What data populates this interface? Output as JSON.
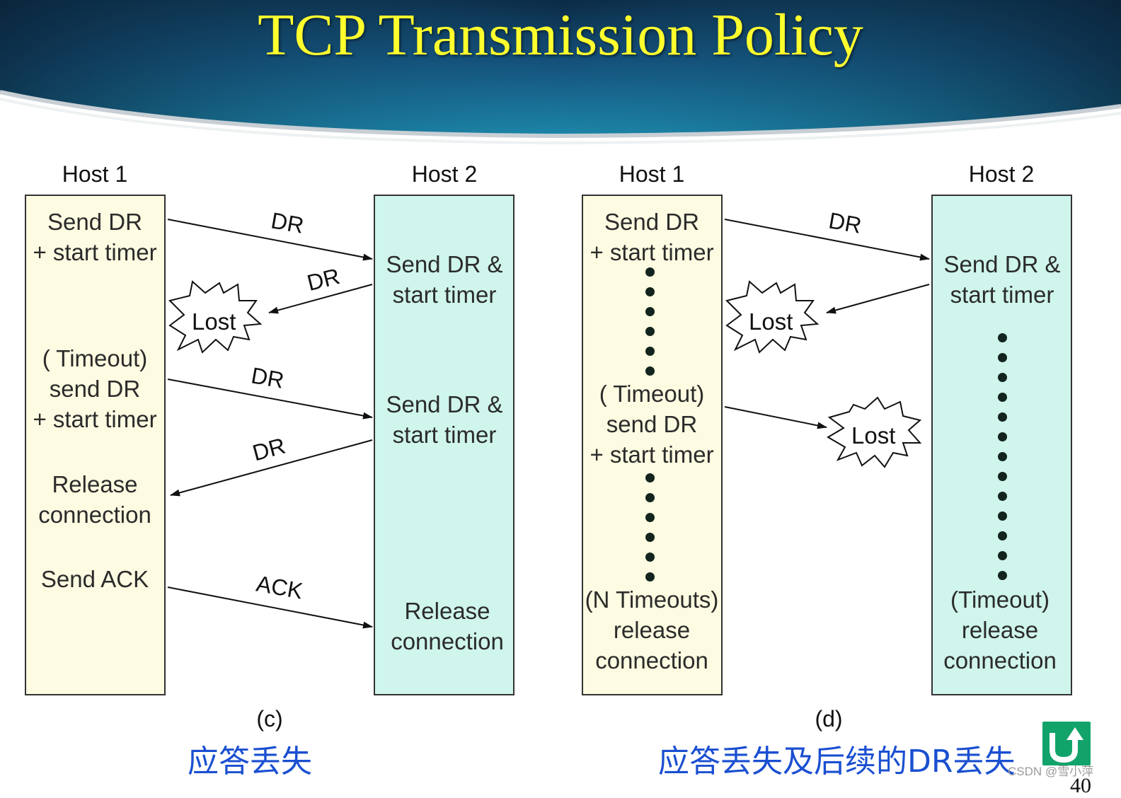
{
  "slide": {
    "title": "TCP Transmission Policy"
  },
  "diagram_c": {
    "host1_label": "Host 1",
    "host2_label": "Host 2",
    "host1_texts": [
      "Send DR\n+ start timer",
      "( Timeout)\nsend DR\n+ start timer",
      "Release\nconnection",
      "Send ACK"
    ],
    "host2_texts": [
      "Send DR &\nstart timer",
      "Send DR &\nstart timer",
      "Release\nconnection"
    ],
    "messages": [
      "DR",
      "DR",
      "DR",
      "DR",
      "ACK"
    ],
    "lost_label": "Lost",
    "caption": "(c)",
    "chinese_caption": "应答丢失"
  },
  "diagram_d": {
    "host1_label": "Host 1",
    "host2_label": "Host 2",
    "host1_texts": [
      "Send DR\n+ start timer",
      "( Timeout)\nsend DR\n+ start timer",
      "(N Timeouts)\nrelease\nconnection"
    ],
    "host2_texts": [
      "Send DR &\nstart timer",
      "(Timeout)\nrelease\nconnection"
    ],
    "messages": [
      "DR"
    ],
    "lost_label_1": "Lost",
    "lost_label_2": "Lost",
    "caption": "(d)",
    "chinese_caption": "应答丢失及后续的DR丢失"
  },
  "footer": {
    "watermark": "CSDN @雪小萍",
    "page_number": "40",
    "nav_icon": "u-turn-arrow-icon"
  },
  "colors": {
    "title": "#ffff2e",
    "host1_box": "#fdfbe1",
    "host2_box": "#cff5ec",
    "chinese_caption": "#1a4fd1",
    "nav_button": "#12a36b"
  }
}
